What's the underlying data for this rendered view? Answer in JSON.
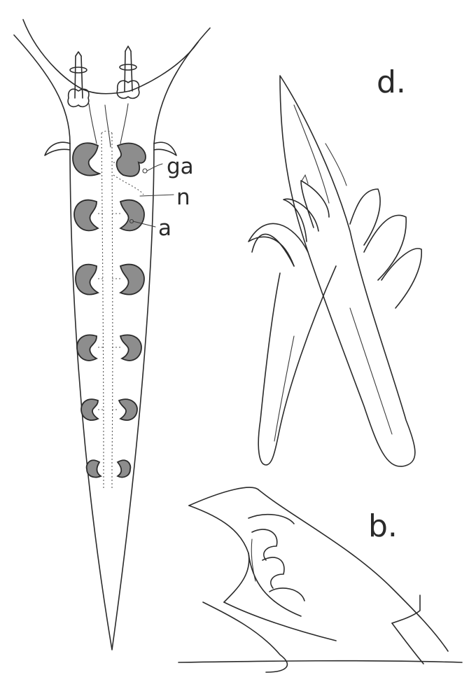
{
  "figure": {
    "panel_labels": {
      "d": "d.",
      "b": "b."
    },
    "annotations": {
      "ga": "ga",
      "n": "n",
      "a": "a"
    }
  }
}
